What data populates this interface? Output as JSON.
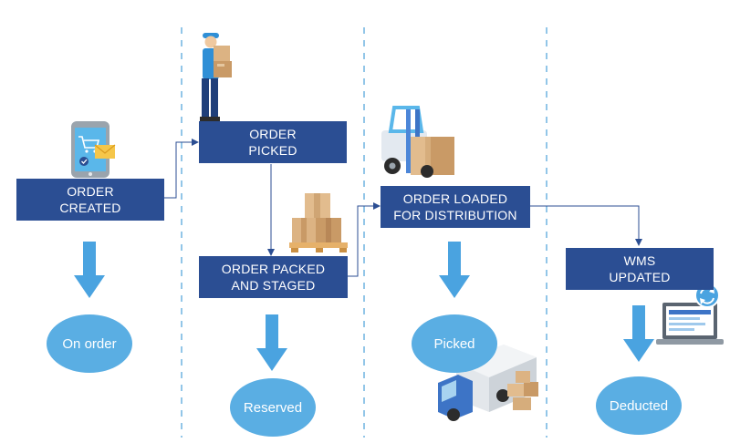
{
  "stages": [
    {
      "box_lines": [
        "ORDER",
        "CREATED"
      ],
      "status": "On order"
    },
    {
      "box_lines": [
        "ORDER",
        "PICKED"
      ]
    },
    {
      "box_lines": [
        "ORDER PACKED",
        "AND STAGED"
      ],
      "status": "Reserved"
    },
    {
      "box_lines": [
        "ORDER LOADED",
        "FOR DISTRIBUTION"
      ],
      "status": "Picked"
    },
    {
      "box_lines": [
        "WMS",
        "UPDATED"
      ],
      "status": "Deducted"
    }
  ],
  "icons": [
    "phone-cart-icon",
    "worker-icon",
    "boxes-pallet-icon",
    "forklift-icon",
    "truck-icon",
    "laptop-sync-icon"
  ],
  "colors": {
    "box": "#2b4e93",
    "status": "#5aaee3",
    "divider": "#6fb3e0",
    "connector": "#2b4e93"
  }
}
